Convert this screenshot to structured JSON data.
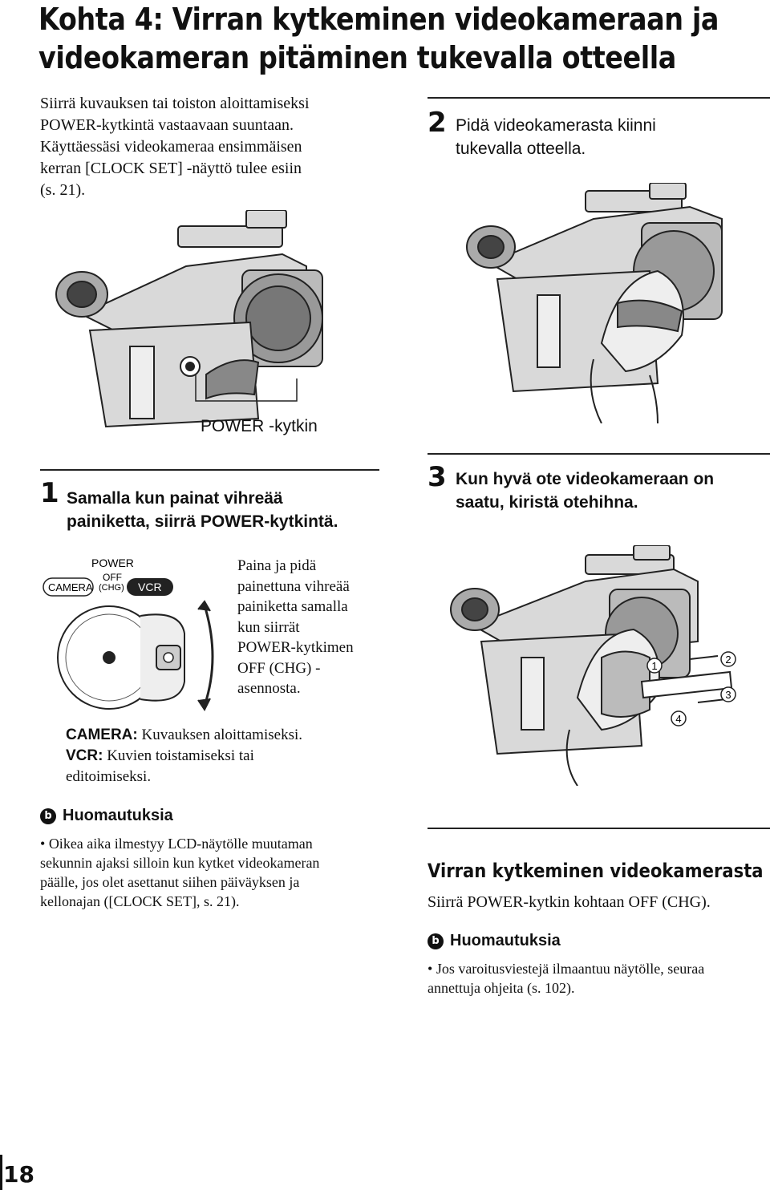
{
  "title_line1": "Kohta 4: Virran kytkeminen videokameraan ja",
  "title_line2": "videokameran pitäminen tukevalla otteella",
  "intro": [
    "Siirrä kuvauksen tai toiston aloittamiseksi",
    "POWER-kytkintä vastaavaan suuntaan.",
    "Käyttäessäsi videokameraa ensimmäisen",
    "kerran [CLOCK SET] -näyttö tulee esiin",
    "(s. 21)."
  ],
  "step2": {
    "num": "2",
    "lines": [
      "Pidä videokamerasta kiinni",
      "tukevalla otteella."
    ]
  },
  "figure1_label": "POWER -kytkin",
  "step1": {
    "num": "1",
    "lines": [
      "Samalla kun painat vihreää",
      "painiketta, siirrä POWER-kytkintä."
    ]
  },
  "step3": {
    "num": "3",
    "lines": [
      "Kun hyvä ote videokameraan on",
      "saatu, kiristä otehihna."
    ]
  },
  "switch": {
    "power": "POWER",
    "off": "OFF",
    "chg": "(CHG)",
    "camera": "CAMERA",
    "vcr": "VCR"
  },
  "switch_note": [
    "Paina ja pidä",
    "painettuna vihreää",
    "painiketta samalla",
    "kun siirrät",
    "POWER-kytkimen",
    "OFF (CHG) -",
    "asennosta."
  ],
  "strap_markers": [
    "1",
    "2",
    "3",
    "4"
  ],
  "modes": [
    {
      "label": "CAMERA:",
      "text": " Kuvauksen aloittamiseksi."
    },
    {
      "label": "VCR:",
      "text": " Kuvien toistamiseksi tai"
    },
    {
      "label": "",
      "text": "editoimiseksi."
    }
  ],
  "notes_left": {
    "heading": "Huomautuksia",
    "icon": "b",
    "items": [
      "Oikea aika ilmestyy LCD-näytölle muutaman sekunnin ajaksi silloin kun kytket videokameran päälle, jos olet asettanut siihen päiväyksen ja kellonajan ([CLOCK SET], s. 21)."
    ],
    "lines": [
      "Oikea aika ilmestyy LCD-näytölle muutaman",
      "sekunnin ajaksi silloin kun kytket videokameran",
      "päälle, jos olet asettanut siihen päiväyksen ja",
      "kellonajan ([CLOCK SET], s. 21)."
    ]
  },
  "power_off": {
    "heading": "Virran kytkeminen videokamerasta",
    "text": "Siirrä POWER-kytkin kohtaan OFF (CHG)."
  },
  "notes_right": {
    "heading": "Huomautuksia",
    "icon": "b",
    "lines": [
      "Jos varoitusviestejä ilmaantuu näytölle, seuraa",
      "annettuja ohjeita (s. 102)."
    ]
  },
  "page_number": "18"
}
